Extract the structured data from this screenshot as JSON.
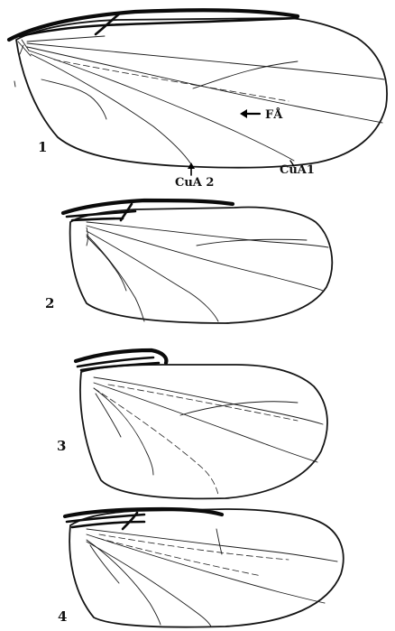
{
  "figures": [
    {
      "id": "wing-1",
      "number": "1"
    },
    {
      "id": "wing-2",
      "number": "2"
    },
    {
      "id": "wing-3",
      "number": "3"
    },
    {
      "id": "wing-4",
      "number": "4"
    }
  ],
  "annotations": {
    "fa": "FÅ",
    "cua2": "CuA 2",
    "cua1": "CuA1"
  }
}
